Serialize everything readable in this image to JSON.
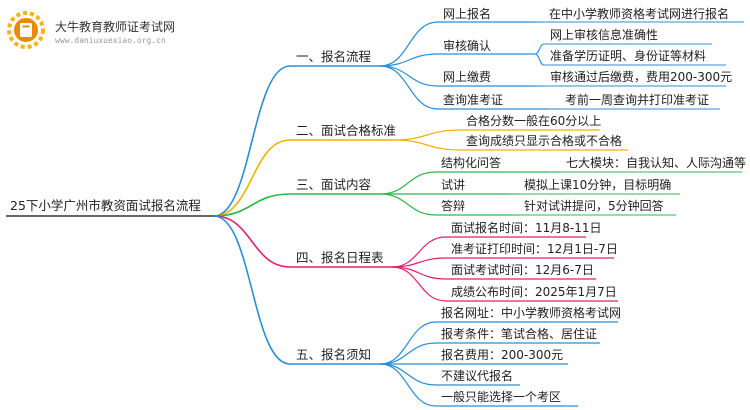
{
  "logo": {
    "name": "大牛教育教师证考试网",
    "url": "www.daniuxuexiao.org.cn",
    "colors": {
      "outer": "#f6b21b",
      "inner": "#e98a0c",
      "book": "#ffffff"
    }
  },
  "colors": {
    "line_root": "#333333",
    "branch": [
      "#2b8fd6",
      "#f2b000",
      "#2fb84a",
      "#e0206e",
      "#2b8fd6"
    ]
  },
  "root": {
    "label": "25下小学广州市教资面试报名流程"
  },
  "branches": [
    {
      "label": "一、报名流程",
      "children": [
        {
          "label": "网上报名",
          "children": [
            {
              "label": "在中小学教师资格考试网进行报名"
            }
          ]
        },
        {
          "label": "审核确认",
          "children": [
            {
              "label": "网上审核信息准确性"
            },
            {
              "label": "准备学历证明、身份证等材料"
            }
          ]
        },
        {
          "label": "网上缴费",
          "children": [
            {
              "label": "审核通过后缴费，费用200-300元"
            }
          ]
        },
        {
          "label": "查询准考证",
          "children": [
            {
              "label": "考前一周查询并打印准考证"
            }
          ]
        }
      ]
    },
    {
      "label": "二、面试合格标准",
      "children": [
        {
          "label": "合格分数一般在60分以上"
        },
        {
          "label": "查询成绩只显示合格或不合格"
        }
      ]
    },
    {
      "label": "三、面试内容",
      "children": [
        {
          "label": "结构化问答",
          "children": [
            {
              "label": "七大模块：自我认知、人际沟通等"
            }
          ]
        },
        {
          "label": "试讲",
          "children": [
            {
              "label": "模拟上课10分钟，目标明确"
            }
          ]
        },
        {
          "label": "答辩",
          "children": [
            {
              "label": "针对试讲提问，5分钟回答"
            }
          ]
        }
      ]
    },
    {
      "label": "四、报名日程表",
      "children": [
        {
          "label": "面试报名时间：11月8-11日"
        },
        {
          "label": "准考证打印时间：12月1日-7日"
        },
        {
          "label": "面试考试时间：12月6-7日"
        },
        {
          "label": "成绩公布时间：2025年1月7日"
        }
      ]
    },
    {
      "label": "五、报名须知",
      "children": [
        {
          "label": "报名网址：中小学教师资格考试网"
        },
        {
          "label": "报考条件：笔试合格、居住证"
        },
        {
          "label": "报名费用：200-300元"
        },
        {
          "label": "不建议代报名"
        },
        {
          "label": "一般只能选择一个考区"
        }
      ]
    }
  ]
}
